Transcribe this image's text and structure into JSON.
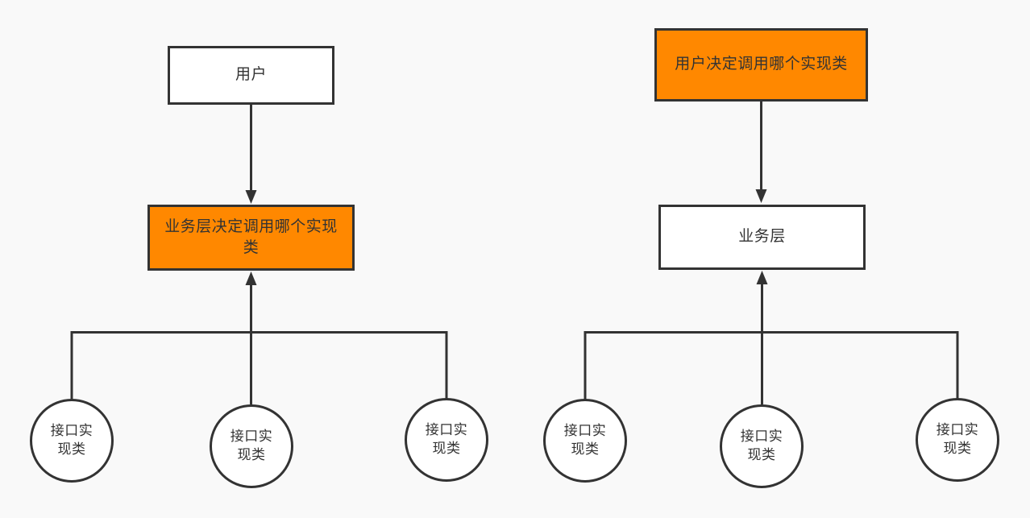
{
  "colors": {
    "orange": "#ff8800",
    "stroke": "#333333",
    "node_fill": "#ffffff",
    "text": "#333333",
    "canvas_bg": "#f9f9f9"
  },
  "left_diagram": {
    "user_box": "用户",
    "decision_box": "业务层决定调用哪个实现类",
    "circles": [
      "接口实现类",
      "接口实现类",
      "接口实现类"
    ]
  },
  "right_diagram": {
    "decision_box": "用户决定调用哪个实现类",
    "business_box": "业务层",
    "circles": [
      "接口实现类",
      "接口实现类",
      "接口实现类"
    ]
  }
}
